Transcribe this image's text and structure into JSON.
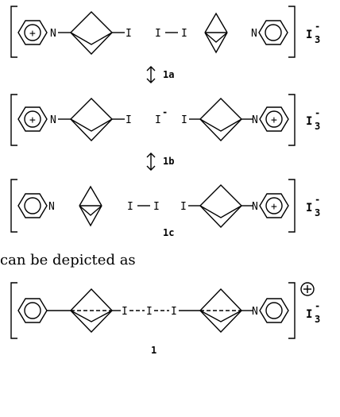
{
  "diagram": {
    "structures": [
      {
        "label": "1a",
        "atoms": [
          "N",
          "I",
          "I",
          "I",
          "N"
        ],
        "counterion": "I",
        "counterion_charge": "3",
        "counterion_sign": "-"
      },
      {
        "label": "1b",
        "atoms": [
          "N",
          "I",
          "I",
          "-",
          "I",
          "N"
        ],
        "counterion": "I",
        "counterion_charge": "3",
        "counterion_sign": "-"
      },
      {
        "label": "1c",
        "atoms": [
          "N",
          "I",
          "I",
          "I",
          "N"
        ],
        "counterion": "I",
        "counterion_charge": "3",
        "counterion_sign": "-"
      }
    ],
    "caption": "can be depicted as",
    "final": {
      "label": "1",
      "atoms": [
        "I",
        "I",
        "I",
        "N"
      ],
      "counterion": "I",
      "counterion_charge": "3",
      "counterion_sign": "-"
    }
  }
}
